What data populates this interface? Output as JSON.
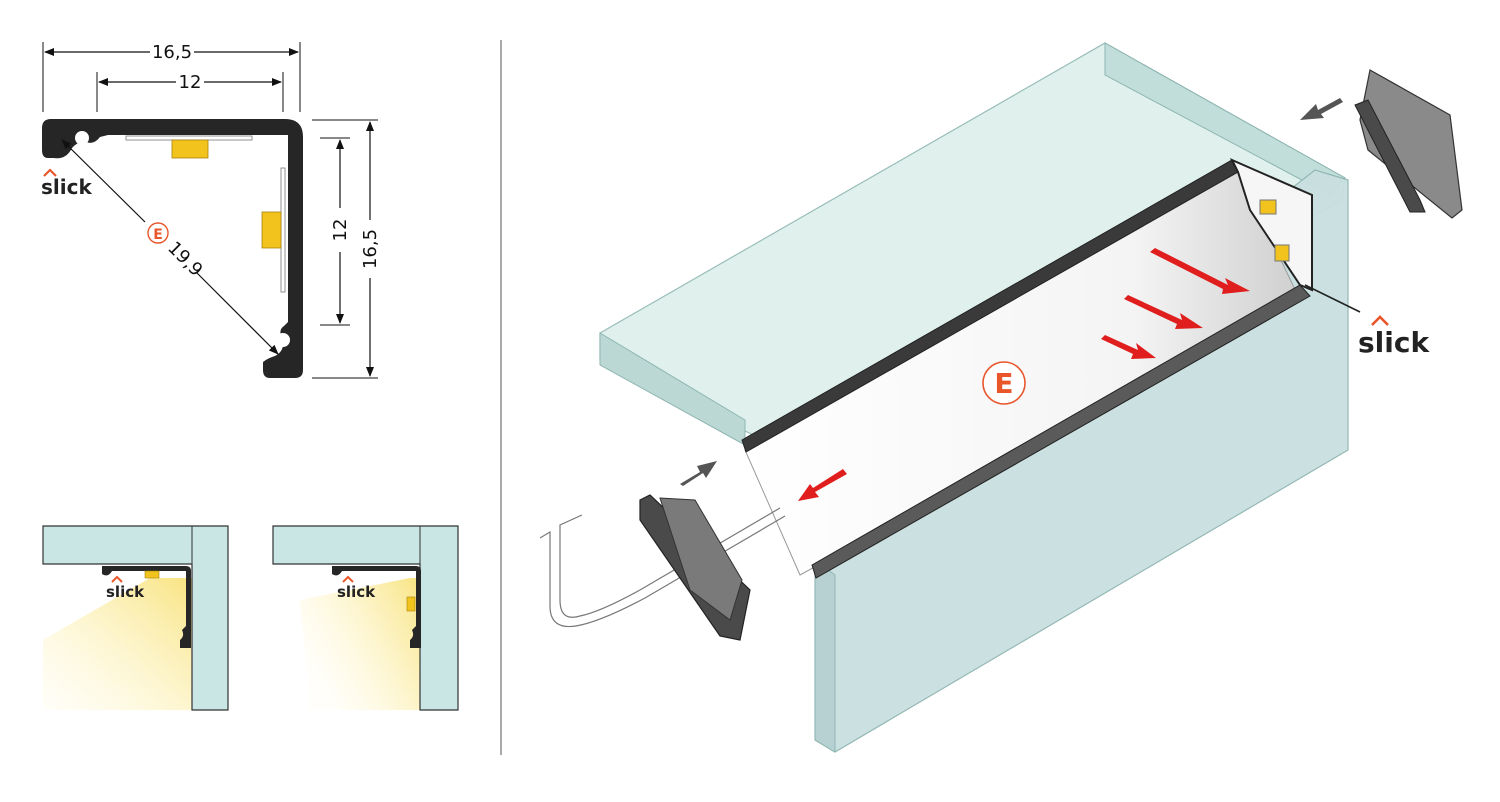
{
  "dimensions": {
    "top_outer_width": "16,5",
    "top_inner_width": "12",
    "right_inner_height": "12",
    "right_outer_height": "16,5",
    "diagonal": "19,9"
  },
  "diffuser_badge": "E",
  "brand": {
    "name": "slick",
    "accent_color": "#e8562a"
  },
  "colors": {
    "profile": "#2a2a2a",
    "led": "#f2c21d",
    "glass": "#c9e6e4",
    "light_beam": "#fbe98a",
    "arrow_red": "#e01e1e",
    "arrow_grey": "#555555"
  },
  "icons": [
    "slick-logo",
    "diffuser-e-badge",
    "red-arrow",
    "grey-arrow",
    "end-cap"
  ]
}
